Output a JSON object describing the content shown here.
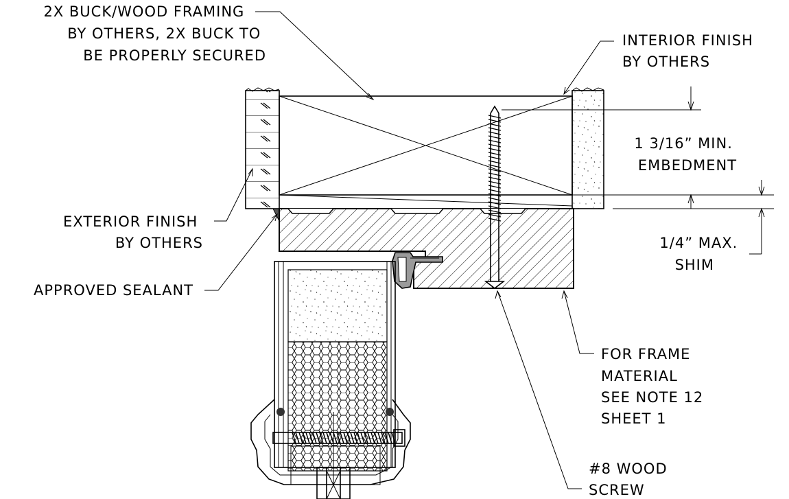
{
  "labels": {
    "buck_framing": [
      "2X BUCK/WOOD FRAMING",
      "BY OTHERS, 2X BUCK TO",
      "BE PROPERLY SECURED"
    ],
    "interior_finish": [
      "INTERIOR FINISH",
      "BY OTHERS"
    ],
    "embedment": [
      "1 3/16” MIN.",
      "EMBEDMENT"
    ],
    "exterior_finish": [
      "EXTERIOR FINISH",
      "BY OTHERS"
    ],
    "shim": [
      "1/4” MAX.",
      "SHIM"
    ],
    "sealant": [
      "APPROVED SEALANT"
    ],
    "frame_material": [
      "FOR FRAME",
      "MATERIAL",
      "SEE NOTE 12",
      "SHEET 1"
    ],
    "screw": [
      "#8 WOOD",
      "SCREW"
    ]
  }
}
